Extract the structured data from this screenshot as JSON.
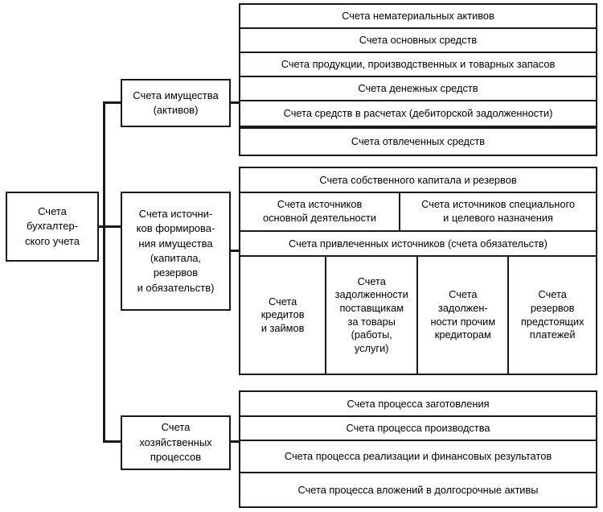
{
  "diagram": {
    "title": "Счета бухгалтерского учета",
    "root": {
      "label": "Счета\nбухгалтер-\nского учета"
    },
    "branches": [
      {
        "id": "assets",
        "label": "Счета имущества\n(активов)",
        "rows": [
          {
            "type": "single",
            "cells": [
              "Счета нематериальных активов"
            ]
          },
          {
            "type": "single",
            "cells": [
              "Счета основных средств"
            ]
          },
          {
            "type": "single",
            "cells": [
              "Счета продукции, производственных и товарных запасов"
            ]
          },
          {
            "type": "single",
            "cells": [
              "Счета денежных средств"
            ]
          },
          {
            "type": "single",
            "cells": [
              "Счета средств в расчетах (дебиторской задолженности)"
            ]
          },
          {
            "type": "single",
            "cells": [
              "Счета отвлеченных средств"
            ]
          }
        ]
      },
      {
        "id": "sources",
        "label": "Счета источни-\nков формирова-\nния имущества\n(капитала,\nрезервов\nи обязательств)",
        "rows": [
          {
            "type": "single",
            "cells": [
              "Счета собственного капитала и резервов"
            ]
          },
          {
            "type": "split2",
            "cells": [
              "Счета источников\nосновной деятельности",
              "Счета источников специального\nи целевого назначения"
            ]
          },
          {
            "type": "single",
            "cells": [
              "Счета привлеченных источников (счета обязательств)"
            ]
          },
          {
            "type": "split4",
            "cells": [
              "Счета\nкредитов\nи займов",
              "Счета\nзадолженности\nпоставщикам\nза товары\n(работы,\nуслуги)",
              "Счета\nзадолжен-\nности прочим\nкредиторам",
              "Счета\nрезервов\nпредстоящих\nплатежей"
            ]
          }
        ]
      },
      {
        "id": "process",
        "label": "Счета\nхозяйственных\nпроцессов",
        "rows": [
          {
            "type": "single",
            "cells": [
              "Счета процесса заготовления"
            ]
          },
          {
            "type": "single",
            "cells": [
              "Счета процесса производства"
            ]
          },
          {
            "type": "single",
            "cells": [
              "Счета процесса реализации и финансовых результатов"
            ]
          },
          {
            "type": "single",
            "cells": [
              "Счета процесса вложений в долгосрочные активы"
            ]
          }
        ]
      }
    ],
    "colors": {
      "line": "#1a1a1a",
      "background": "#ffffff",
      "text": "#000000"
    }
  }
}
